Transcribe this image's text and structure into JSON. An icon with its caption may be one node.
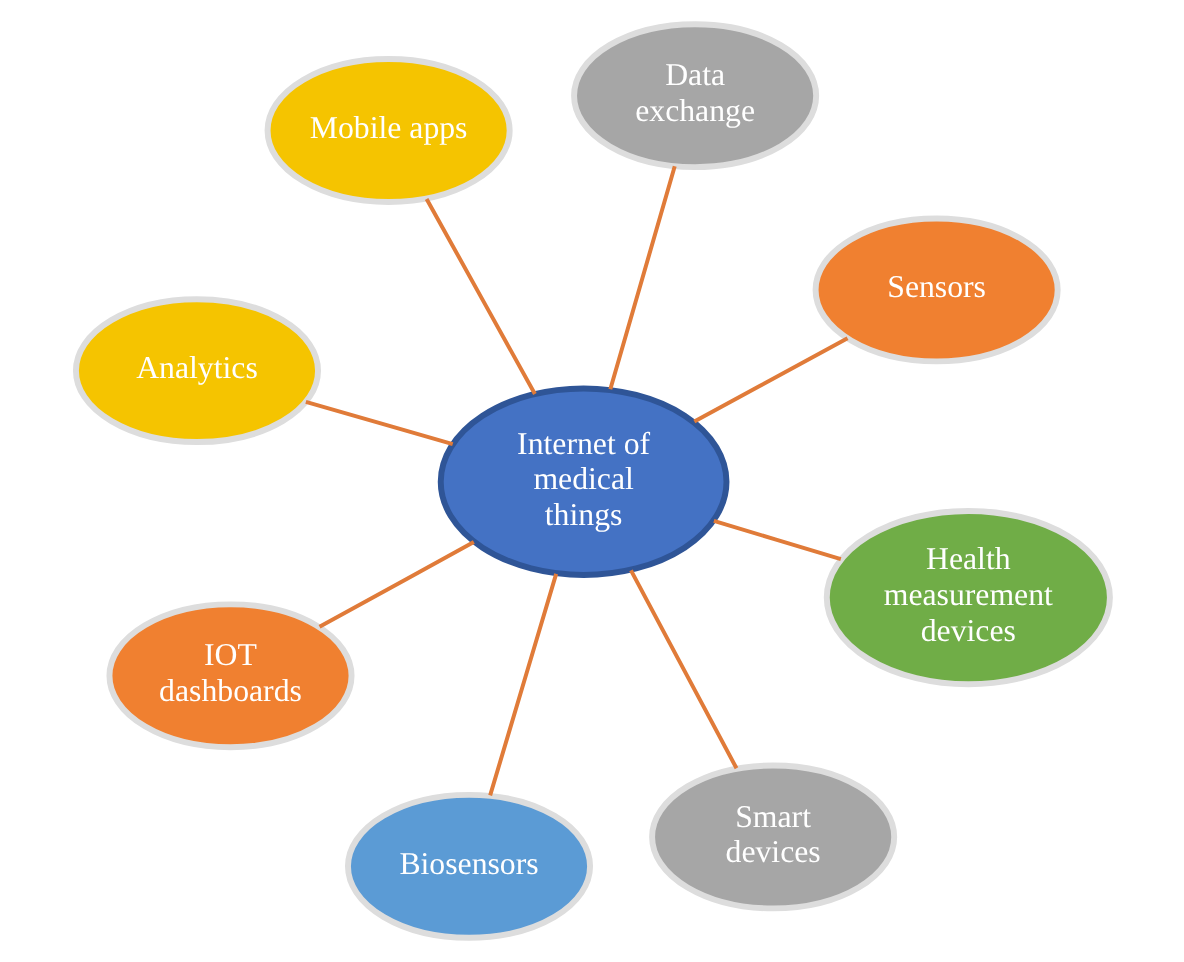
{
  "diagram": {
    "nodes": [
      {
        "text": [
          "Analytics"
        ]
      },
      {
        "text": [
          "Sensors"
        ]
      },
      {
        "text": [
          "Smart devices"
        ]
      },
      {
        "text": [
          "Data exchange"
        ]
      },
      {
        "text": [
          "Internet of medical things"
        ]
      },
      {
        "text": [
          "Mobile apps"
        ]
      },
      {
        "text": [
          "IOT dashboards"
        ]
      },
      {
        "text": [
          "Health measurement devices"
        ]
      },
      {
        "text": [
          "Biosensors"
        ]
      }
    ],
    "edges": [
      {
        "from": 4,
        "to": 0,
        "arrow": "none"
      },
      {
        "from": 4,
        "to": 1,
        "arrow": "none"
      },
      {
        "from": 4,
        "to": 2,
        "arrow": "none"
      },
      {
        "from": 4,
        "to": 3,
        "arrow": "none"
      },
      {
        "from": 4,
        "to": 5,
        "arrow": "none"
      },
      {
        "from": 4,
        "to": 6,
        "arrow": "none"
      },
      {
        "from": 4,
        "to": 7,
        "arrow": "none"
      },
      {
        "from": 4,
        "to": 8,
        "arrow": "none"
      }
    ]
  }
}
